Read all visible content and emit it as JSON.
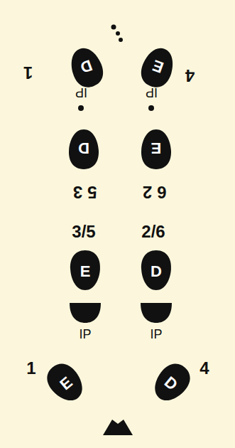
{
  "diagram": {
    "nodes": [
      {
        "text": [
          "D"
        ]
      },
      {
        "text": [
          "E"
        ]
      },
      {
        "text": [
          "D"
        ]
      },
      {
        "text": [
          "E"
        ]
      },
      {
        "text": [
          "E"
        ]
      },
      {
        "text": [
          "D"
        ]
      },
      {
        "text": [
          "E"
        ]
      },
      {
        "text": [
          "D"
        ]
      }
    ],
    "labels": [
      "1",
      "4",
      "IP",
      "IP",
      "5 3",
      "6 2",
      "3/5",
      "2/6",
      "IP",
      "IP",
      "1",
      "4"
    ]
  }
}
